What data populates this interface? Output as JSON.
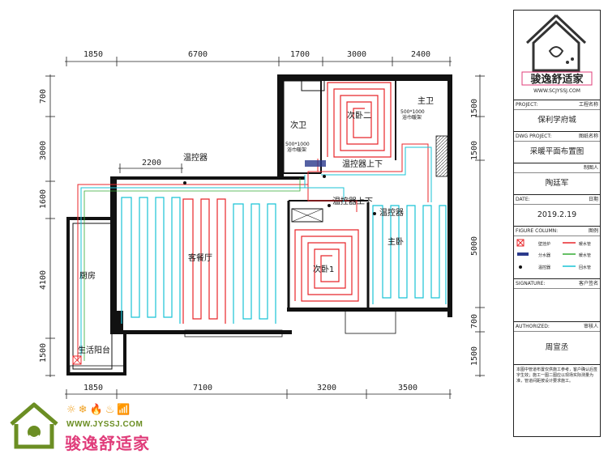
{
  "dimensions": {
    "top": [
      "1850",
      "6700",
      "1700",
      "3000",
      "2400"
    ],
    "bottom": [
      "1850",
      "7100",
      "3200",
      "3500"
    ],
    "left": [
      "700",
      "3000",
      "1600",
      "4100",
      "1500"
    ],
    "right": [
      "1500",
      "1500",
      "5000",
      "700",
      "1500"
    ],
    "inner": "2200"
  },
  "rooms": {
    "secondary_bath": "次卫",
    "secondary_bedroom_2": "次卧二",
    "master_bath": "主卫",
    "living_dining": "客餐厅",
    "kitchen": "厨房",
    "secondary_bedroom_1": "次卧1",
    "master_bedroom": "主卧",
    "balcony": "生活阳台"
  },
  "labels": {
    "thermostat_1": "温控器",
    "thermostat_2": "温控器上下",
    "thermostat_3": "温控器上下",
    "thermostat_4": "温控器",
    "towel_rack_1": "500*1000",
    "towel_rack_1_sub": "浴巾暖架",
    "towel_rack_2": "500*1000",
    "towel_rack_2_sub": "浴巾暖架"
  },
  "title_block": {
    "logo_url": "WWW.SCJYSSJ.COM",
    "logo_name": "骏逸舒适家",
    "project_label": "PROJECT:",
    "project_label_cn": "工程名称",
    "project_value": "保利学府城",
    "dwg_label": "DWG PROJECT:",
    "dwg_label_cn": "图纸名称",
    "dwg_value": "采暖平面布置图",
    "designer_cn": "制图人",
    "designer_value": "陶廷军",
    "date_label": "DATE:",
    "date_label_cn": "日期",
    "date_value": "2019.2.19",
    "legend_label": "FIGURE COLUMN:",
    "legend_label_cn": "图例",
    "legend": [
      "壁挂炉",
      "暖水管",
      "分水器",
      "暖水管",
      "温控器",
      "回水管"
    ],
    "signature_label": "SIGNATURE:",
    "signature_label_cn": "客户签名",
    "authorized_label": "AUTHORIZED:",
    "authorized_label_cn": "审核人",
    "authorized_value": "周宣丞",
    "note": "本图中管道布置仅供施工参考，客户确认后签字生效；施工一图二图应以现场实际测量为准，管道间距按设计要求施工。"
  },
  "brand": {
    "url": "WWW.JYSSJ.COM",
    "name": "骏逸舒适家",
    "icons": "☼❄🔥♨📶"
  },
  "colors": {
    "supply_pipe": "#e8262a",
    "return_pipe": "#19c3d6",
    "wall": "#111111",
    "brand_pink": "#e03c7a",
    "brand_green": "#6b8e23"
  }
}
